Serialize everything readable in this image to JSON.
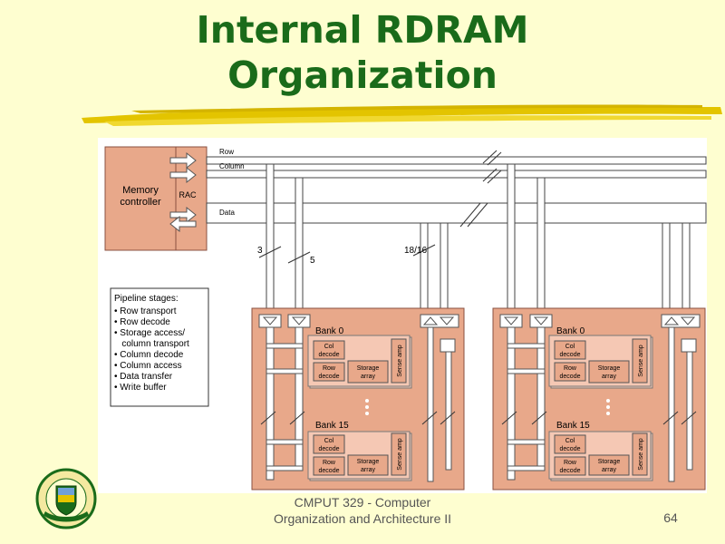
{
  "slide": {
    "title_line1": "Internal RDRAM",
    "title_line2": "Organization",
    "footer_line1": "CMPUT 329 - Computer",
    "footer_line2": "Organization and Architecture II",
    "page_number": "64"
  },
  "diagram": {
    "memory_controller": "Memory controller",
    "mc_line1": "Memory",
    "mc_line2": "controller",
    "rac": "RAC",
    "bus_row": "Row",
    "bus_column": "Column",
    "bus_data": "Data",
    "width_3": "3",
    "width_5": "5",
    "width_18_16": "18/16",
    "pipeline_title": "Pipeline stages:",
    "pipeline_stages": [
      "• Row transport",
      "• Row decode",
      "• Storage access/",
      "   column transport",
      "• Column decode",
      "• Column access",
      "• Data transfer",
      "• Write buffer"
    ],
    "chip1": {
      "bank0": "Bank 0",
      "bank15": "Bank 15",
      "col_decode_1": "Col",
      "col_decode_2": "decode",
      "row_decode_1": "Row",
      "row_decode_2": "decode",
      "storage_1": "Storage",
      "storage_2": "array",
      "sense_amp": "Sense amp"
    },
    "chip2": {
      "bank0": "Bank 0",
      "bank15": "Bank 15",
      "col_decode_1": "Col",
      "col_decode_2": "decode",
      "row_decode_1": "Row",
      "row_decode_2": "decode",
      "storage_1": "Storage",
      "storage_2": "array",
      "sense_amp": "Sense amp"
    }
  },
  "colors": {
    "title": "#1a6b1a",
    "background": "#fefed0",
    "salmon": "#e8a88a",
    "salmon_dark": "#8a5040",
    "swoosh": "#e3c400"
  }
}
